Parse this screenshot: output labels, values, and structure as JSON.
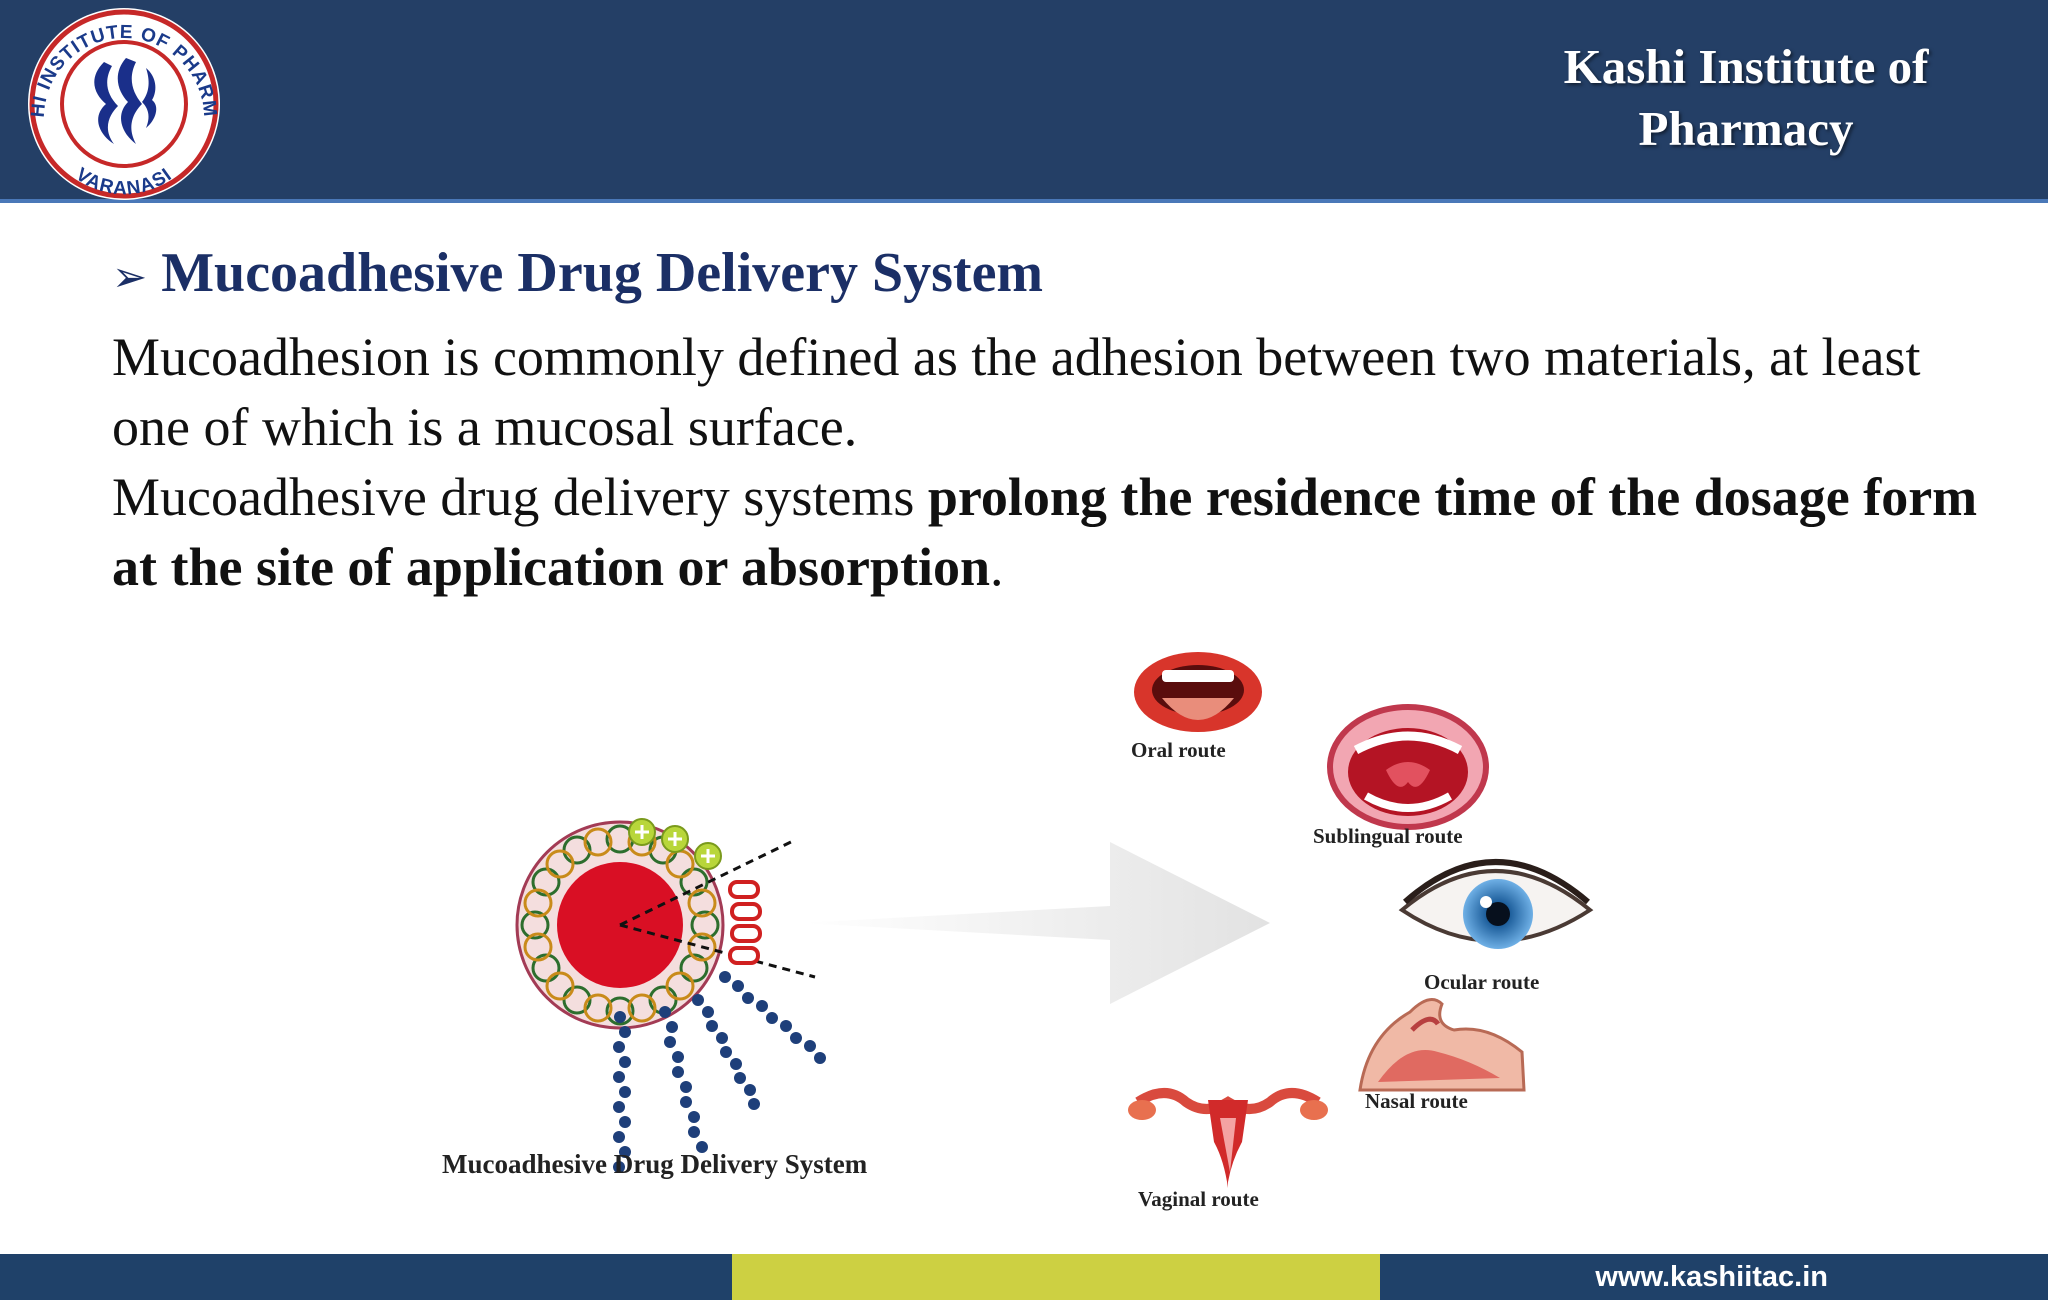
{
  "header": {
    "logo": {
      "ring_text_top": "KASHI INSTITUTE OF PHARMACY",
      "ring_text_bottom": "VARANASI"
    },
    "institute_name_line1": "Kashi Institute of",
    "institute_name_line2": "Pharmacy"
  },
  "slide": {
    "title": "Mucoadhesive Drug Delivery System",
    "para1": "Mucoadhesion is commonly defined as the adhesion between two materials, at least one of which is a mucosal surface.",
    "para2_prefix": "Mucoadhesive drug delivery systems ",
    "para2_bold": "prolong the residence time of the dosage form at the site of application or absorption",
    "para2_suffix": "."
  },
  "figure": {
    "caption": "Mucoadhesive Drug Delivery System",
    "routes": {
      "oral": "Oral route",
      "sublingual": "Sublingual route",
      "ocular": "Ocular route",
      "nasal": "Nasal route",
      "vaginal": "Vaginal route"
    }
  },
  "footer": {
    "url": "www.kashiitac.in"
  },
  "colors": {
    "header_bg": "#243f66",
    "title_color": "#1b2f66",
    "footer_bg": "#1f4169",
    "footer_band": "#cdd042"
  }
}
